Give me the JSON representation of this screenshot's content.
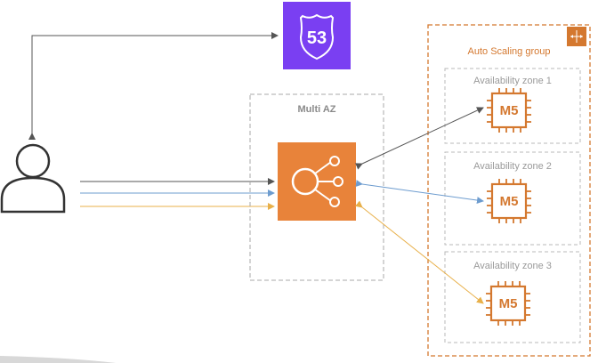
{
  "route53": {
    "label": "53",
    "color": "#7a3ff2",
    "icon": "route53-shield-icon"
  },
  "multi_az": {
    "label": "Multi AZ"
  },
  "load_balancer": {
    "color": "#e8833a",
    "icon": "elastic-load-balancer-icon"
  },
  "auto_scaling_group": {
    "label": "Auto Scaling group",
    "color": "#d4782f",
    "icon": "auto-scaling-icon"
  },
  "availability_zones": [
    {
      "label": "Availability zone 1",
      "instance_label": "M5"
    },
    {
      "label": "Availability zone 2",
      "instance_label": "M5"
    },
    {
      "label": "Availability zone 3",
      "instance_label": "M5"
    }
  ],
  "user": {
    "icon": "user-icon"
  },
  "colors": {
    "dark_flow": "#555555",
    "blue_flow": "#6d9ccf",
    "yellow_flow": "#e8b04a"
  }
}
